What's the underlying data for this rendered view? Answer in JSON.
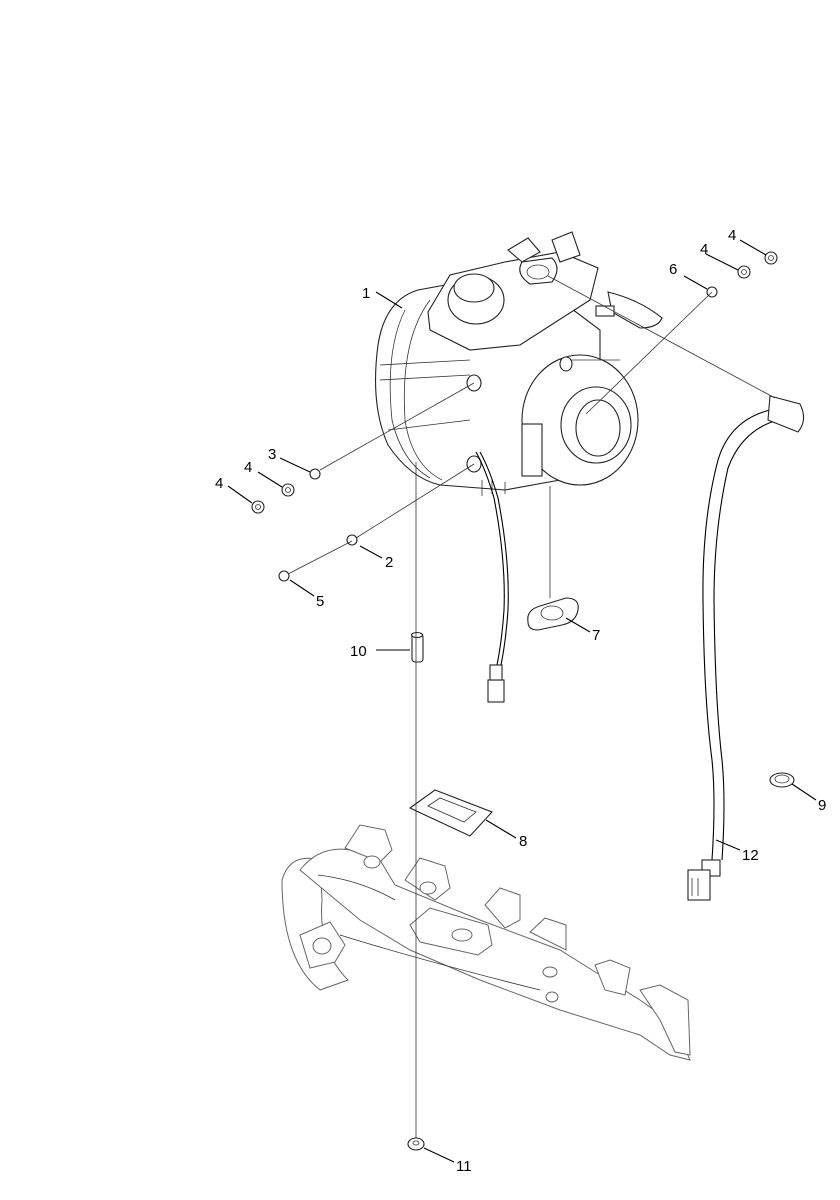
{
  "header_fragment": "",
  "callouts": [
    {
      "id": "c1",
      "text": "1"
    },
    {
      "id": "c2",
      "text": "2"
    },
    {
      "id": "c3",
      "text": "3"
    },
    {
      "id": "c4a",
      "text": "4"
    },
    {
      "id": "c4b",
      "text": "4"
    },
    {
      "id": "c4c",
      "text": "4"
    },
    {
      "id": "c4d",
      "text": "4"
    },
    {
      "id": "c5",
      "text": "5"
    },
    {
      "id": "c6",
      "text": "6"
    },
    {
      "id": "c7",
      "text": "7"
    },
    {
      "id": "c8",
      "text": "8"
    },
    {
      "id": "c9",
      "text": "9"
    },
    {
      "id": "c10",
      "text": "10"
    },
    {
      "id": "c11",
      "text": "11"
    },
    {
      "id": "c12",
      "text": "12"
    }
  ]
}
